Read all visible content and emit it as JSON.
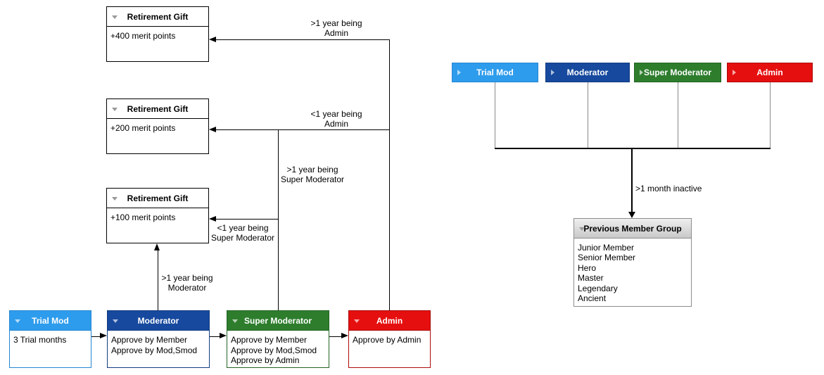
{
  "colors": {
    "trial_fill": "#2E9CEC",
    "trial_stroke": "#2487D2",
    "mod_fill": "#17499E",
    "mod_stroke": "#123C82",
    "smod_fill": "#2D7D2D",
    "smod_stroke": "#246424",
    "admin_fill": "#E60F0F",
    "admin_stroke": "#AC0B0B",
    "gift_stroke": "#000000",
    "pmg_stroke": "#8C8C8C",
    "edge_black": "#000000",
    "edge_gray": "#8A8A8A"
  },
  "gifts": [
    {
      "title": "Retirement Gift",
      "body": "+400 merit points"
    },
    {
      "title": "Retirement Gift",
      "body": "+200 merit points"
    },
    {
      "title": "Retirement Gift",
      "body": "+100 merit points"
    }
  ],
  "roles": [
    {
      "title": "Trial Mod",
      "lines": [
        "3 Trial months"
      ]
    },
    {
      "title": "Moderator",
      "lines": [
        "Approve by Member",
        "Approve by Mod,Smod"
      ]
    },
    {
      "title": "Super Moderator",
      "lines": [
        "Approve by Member",
        "Approve by Mod,Smod",
        "Approve by Admin"
      ]
    },
    {
      "title": "Admin",
      "lines": [
        "Approve by Admin"
      ]
    }
  ],
  "edge_labels": [
    {
      "line1": ">1 year being",
      "line2": "Admin"
    },
    {
      "line1": "<1 year being",
      "line2": "Admin"
    },
    {
      "line1": ">1 year being",
      "line2": "Super Moderator"
    },
    {
      "line1": "<1 year being",
      "line2": "Super Moderator"
    },
    {
      "line1": ">1 year being",
      "line2": "Moderator"
    }
  ],
  "right": {
    "headers": [
      "Trial Mod",
      "Moderator",
      "Super Moderator",
      "Admin"
    ],
    "inactive_label": ">1 month inactive",
    "previous_group": {
      "title": "Previous Member Group",
      "items": [
        "Junior Member",
        "Senior Member",
        "Hero",
        "Master",
        "Legendary",
        "Ancient"
      ]
    }
  }
}
